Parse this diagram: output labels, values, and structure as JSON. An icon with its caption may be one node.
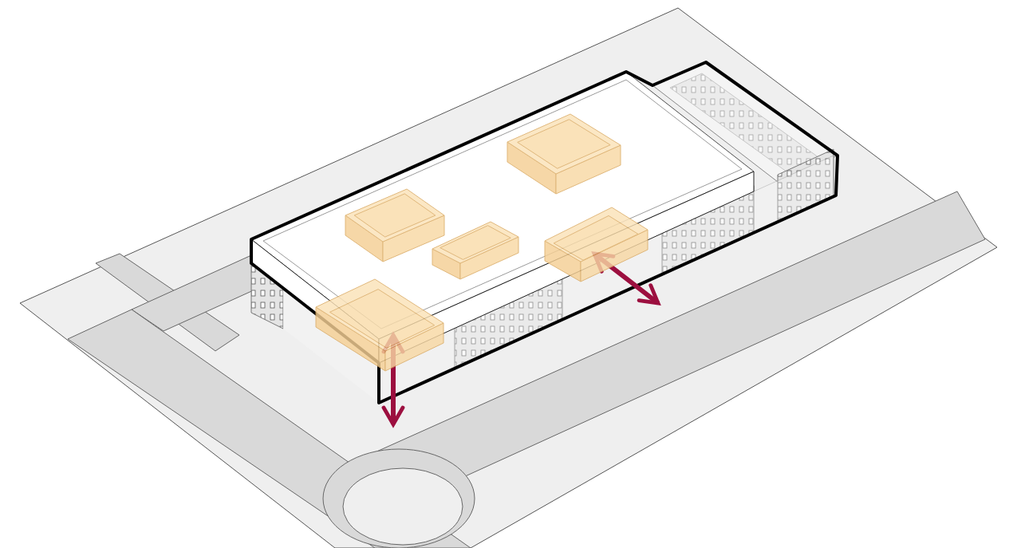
{
  "diagram": {
    "nodes": [
      {
        "text": [],
        "shape": "box"
      },
      {
        "text": [],
        "shape": "box"
      },
      {
        "text": [],
        "shape": "box"
      },
      {
        "text": [],
        "shape": "box"
      },
      {
        "text": [],
        "shape": "box"
      }
    ],
    "edges": [
      {
        "from": 4,
        "to": null,
        "arrow": "both"
      },
      {
        "from": 2,
        "to": null,
        "arrow": "both"
      }
    ]
  }
}
